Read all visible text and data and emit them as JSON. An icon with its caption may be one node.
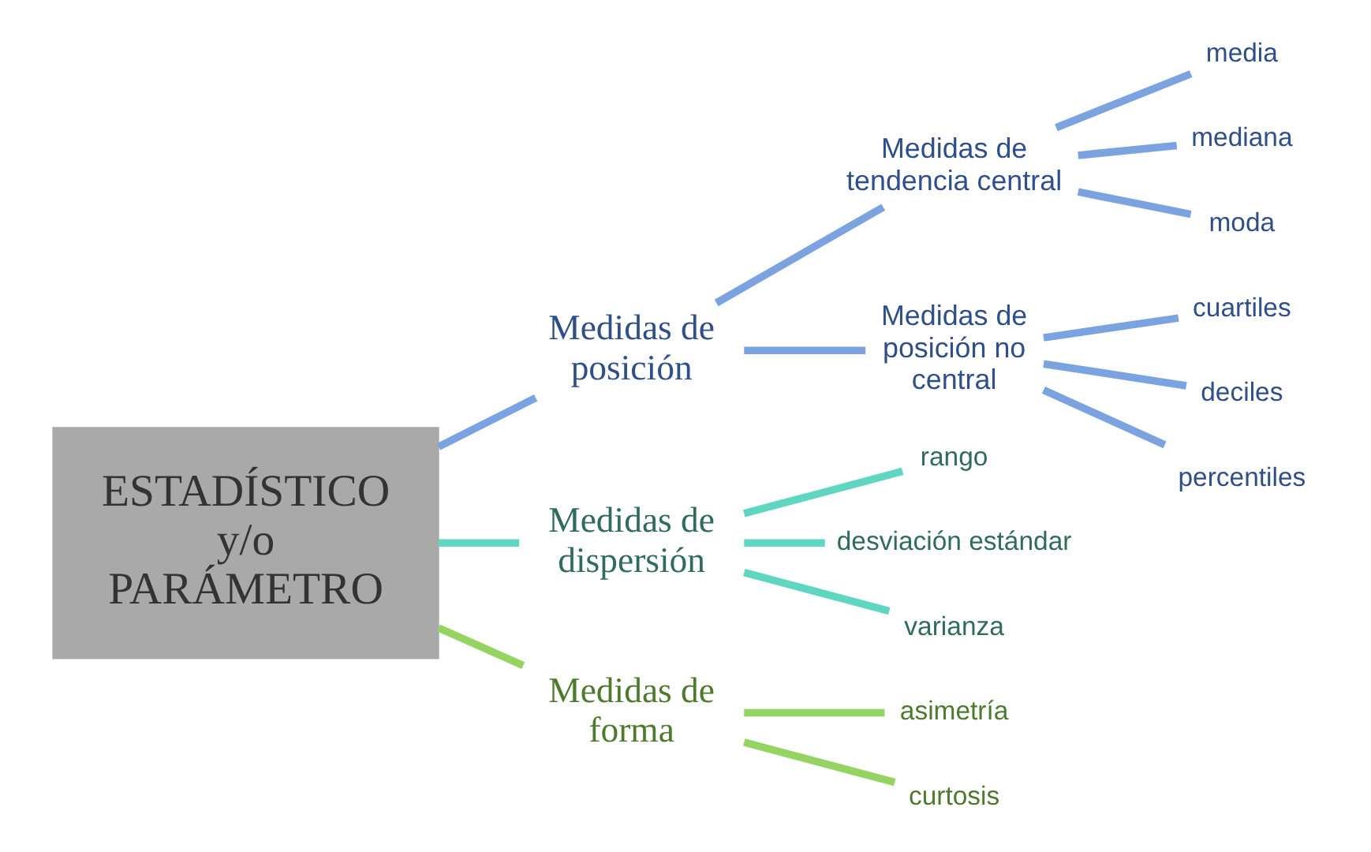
{
  "diagram": {
    "nodes": [
      {
        "text": [
          "ESTADÍSTICO y/o PARÁMETRO"
        ]
      },
      {
        "text": [
          "Medidas de posición"
        ]
      },
      {
        "text": [
          "Medidas de tendencia central"
        ]
      },
      {
        "text": [
          "media"
        ]
      },
      {
        "text": [
          "mediana"
        ]
      },
      {
        "text": [
          "moda"
        ]
      },
      {
        "text": [
          "Medidas de posición no central"
        ]
      },
      {
        "text": [
          "cuartiles"
        ]
      },
      {
        "text": [
          "deciles"
        ]
      },
      {
        "text": [
          "percentiles"
        ]
      },
      {
        "text": [
          "Medidas de dispersión"
        ]
      },
      {
        "text": [
          "rango"
        ]
      },
      {
        "text": [
          "desviación estándar"
        ]
      },
      {
        "text": [
          "varianza"
        ]
      },
      {
        "text": [
          "Medidas de forma"
        ]
      },
      {
        "text": [
          "asimetría"
        ]
      },
      {
        "text": [
          "curtosis"
        ]
      }
    ],
    "edges": [
      {
        "from": 0,
        "to": 1,
        "arrow": "none"
      },
      {
        "from": 1,
        "to": 2,
        "arrow": "none"
      },
      {
        "from": 2,
        "to": 3,
        "arrow": "none"
      },
      {
        "from": 2,
        "to": 4,
        "arrow": "none"
      },
      {
        "from": 2,
        "to": 5,
        "arrow": "none"
      },
      {
        "from": 1,
        "to": 6,
        "arrow": "none"
      },
      {
        "from": 6,
        "to": 7,
        "arrow": "none"
      },
      {
        "from": 6,
        "to": 8,
        "arrow": "none"
      },
      {
        "from": 6,
        "to": 9,
        "arrow": "none"
      },
      {
        "from": 0,
        "to": 10,
        "arrow": "none",
        "color": "#5fd6c2"
      },
      {
        "from": 10,
        "to": 11,
        "arrow": "none",
        "color": "#5fd6c2"
      },
      {
        "from": 10,
        "to": 12,
        "arrow": "none",
        "color": "#5fd6c2"
      },
      {
        "from": 10,
        "to": 13,
        "arrow": "none",
        "color": "#5fd6c2"
      },
      {
        "from": 0,
        "to": 14,
        "arrow": "none",
        "color": "#95d462"
      },
      {
        "from": 14,
        "to": 15,
        "arrow": "none",
        "color": "#95d462"
      },
      {
        "from": 14,
        "to": 16,
        "arrow": "none",
        "color": "#95d462"
      }
    ]
  }
}
